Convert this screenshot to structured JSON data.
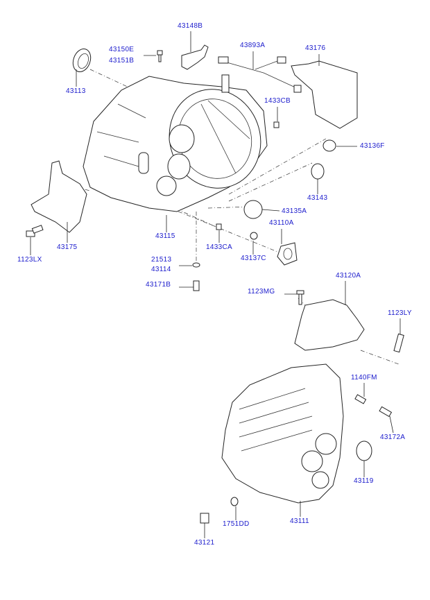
{
  "diagram": {
    "title": "Transmission Case",
    "labels": {
      "p43148B": "43148B",
      "p43150E": "43150E",
      "p43151B": "43151B",
      "p43893A": "43893A",
      "p43176": "43176",
      "p43113": "43113",
      "p1433CB": "1433CB",
      "p43136F": "43136F",
      "p43143": "43143",
      "p43135A": "43135A",
      "p43110A": "43110A",
      "p43175": "43175",
      "p43115": "43115",
      "p1433CA": "1433CA",
      "p1123LX": "1123LX",
      "p21513": "21513",
      "p43114": "43114",
      "p43137C": "43137C",
      "p43171B": "43171B",
      "p1123MG": "1123MG",
      "p43120A": "43120A",
      "p1123LY": "1123LY",
      "p1140FM": "1140FM",
      "p43172A": "43172A",
      "p43119": "43119",
      "p43111": "43111",
      "p1751DD": "1751DD",
      "p43121": "43121"
    },
    "label_color": "#1a1acc"
  }
}
